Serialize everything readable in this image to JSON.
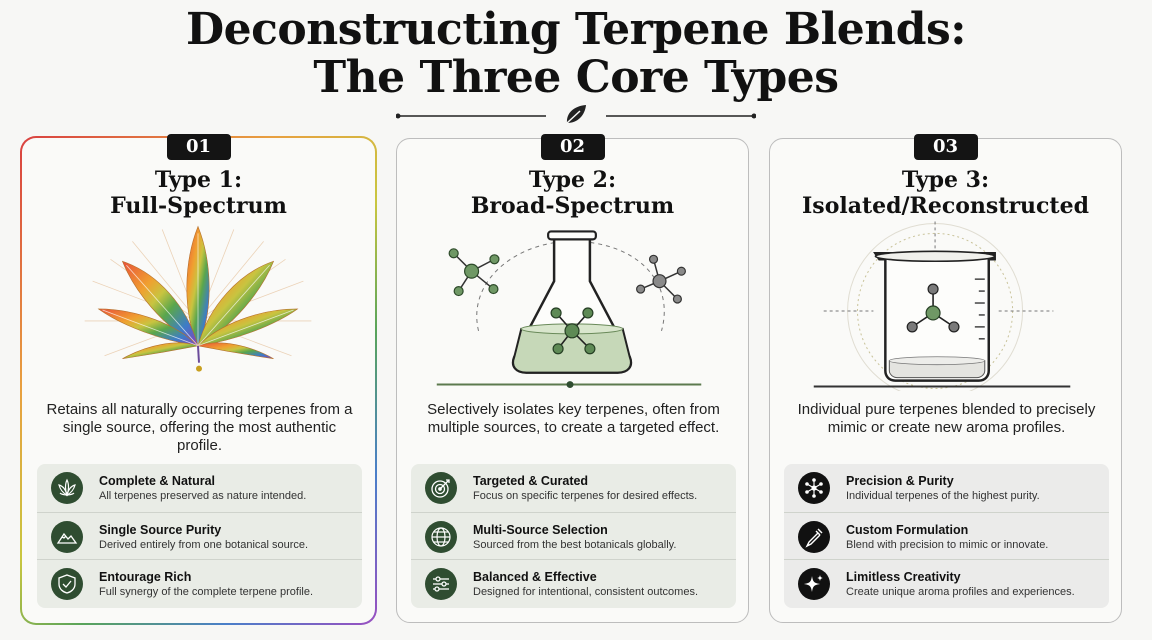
{
  "title": {
    "line1": "Deconstructing Terpene Blends:",
    "line2": "The Three Core Types"
  },
  "cards": [
    {
      "number": "01",
      "title_line1": "Type 1:",
      "title_line2": "Full-Spectrum",
      "description": "Retains all naturally occurring terpenes from a single source, offering the most authentic profile.",
      "features": [
        {
          "title": "Complete & Natural",
          "subtitle": "All terpenes preserved as nature intended.",
          "icon": "leaf-icon"
        },
        {
          "title": "Single Source Purity",
          "subtitle": "Derived entirely from one botanical source.",
          "icon": "mountain-icon"
        },
        {
          "title": "Entourage Rich",
          "subtitle": "Full synergy of the complete terpene profile.",
          "icon": "shield-check-icon"
        }
      ]
    },
    {
      "number": "02",
      "title_line1": "Type 2:",
      "title_line2": "Broad-Spectrum",
      "description": "Selectively isolates key terpenes, often from multiple sources, to create a targeted effect.",
      "features": [
        {
          "title": "Targeted & Curated",
          "subtitle": "Focus on specific terpenes for desired effects.",
          "icon": "target-icon"
        },
        {
          "title": "Multi-Source Selection",
          "subtitle": "Sourced from the best botanicals globally.",
          "icon": "globe-icon"
        },
        {
          "title": "Balanced & Effective",
          "subtitle": "Designed for intentional, consistent outcomes.",
          "icon": "sliders-icon"
        }
      ]
    },
    {
      "number": "03",
      "title_line1": "Type 3:",
      "title_line2": "Isolated/Reconstructed",
      "description": "Individual pure terpenes blended to precisely mimic or create new aroma profiles.",
      "features": [
        {
          "title": "Precision & Purity",
          "subtitle": "Individual terpenes of the highest purity.",
          "icon": "molecule-network-icon"
        },
        {
          "title": "Custom Formulation",
          "subtitle": "Blend with precision to mimic or innovate.",
          "icon": "dropper-icon"
        },
        {
          "title": "Limitless Creativity",
          "subtitle": "Create unique aroma profiles and experiences.",
          "icon": "sparkle-icon"
        }
      ]
    }
  ]
}
